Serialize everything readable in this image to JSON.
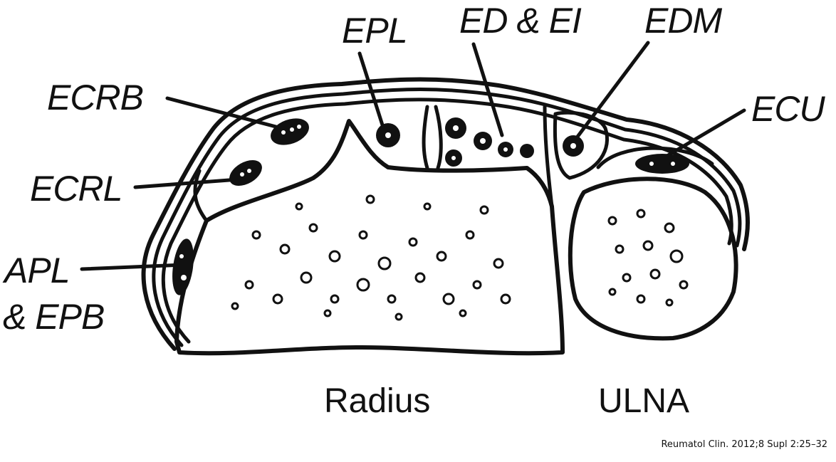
{
  "figure": {
    "type": "anatomical cross-section",
    "subject": "dorsal wrist extensor compartments",
    "ink_color": "#111111",
    "background": "#ffffff"
  },
  "labels": {
    "ecrb": "ECRB",
    "ecrl": "ECRL",
    "apl_line1": "APL",
    "apl_line2": "& EPB",
    "epl": "EPL",
    "ed_ei": "ED & EI",
    "edm": "EDM",
    "ecu": "ECU"
  },
  "bones": {
    "radius": "Radius",
    "ulna": "ULNA"
  },
  "citation": "Reumatol Clin. 2012;8 Supl 2:25–32"
}
